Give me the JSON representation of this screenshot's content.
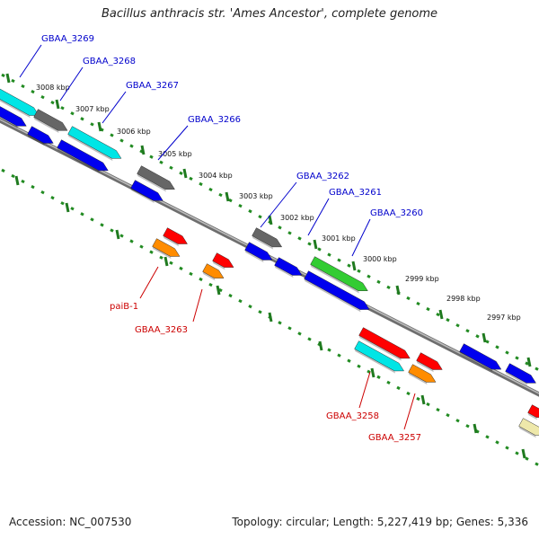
{
  "title": "Bacillus anthracis str. 'Ames Ancestor', complete genome",
  "footer": {
    "accession": "Accession: NC_007530",
    "summary": "Topology: circular; Length: 5,227,419 bp; Genes: 5,336"
  },
  "colors": {
    "backbone": "#888888",
    "tick": "#228b22",
    "blue_label": "#0000cc",
    "red_label": "#cc0000",
    "gene_blue": "#0000ee",
    "gene_gray": "#666666",
    "gene_cyan": "#00e5e5",
    "gene_green": "#33cc33",
    "gene_red": "#ff0000",
    "gene_orange": "#ff8c00",
    "gene_yellow": "#eee8aa"
  },
  "scale_labels": [
    "3008 kbp",
    "3007 kbp",
    "3006 kbp",
    "3005 kbp",
    "3004 kbp",
    "3003 kbp",
    "3002 kbp",
    "3001 kbp",
    "3000 kbp",
    "2999 kbp",
    "2998 kbp",
    "2997 kbp"
  ],
  "top_gene_labels": [
    "GBAA_3269",
    "GBAA_3268",
    "GBAA_3267",
    "GBAA_3266",
    "GBAA_3262",
    "GBAA_3261",
    "GBAA_3260"
  ],
  "bottom_gene_labels": [
    "paiB-1",
    "GBAA_3263",
    "GBAA_3258",
    "GBAA_3257"
  ]
}
